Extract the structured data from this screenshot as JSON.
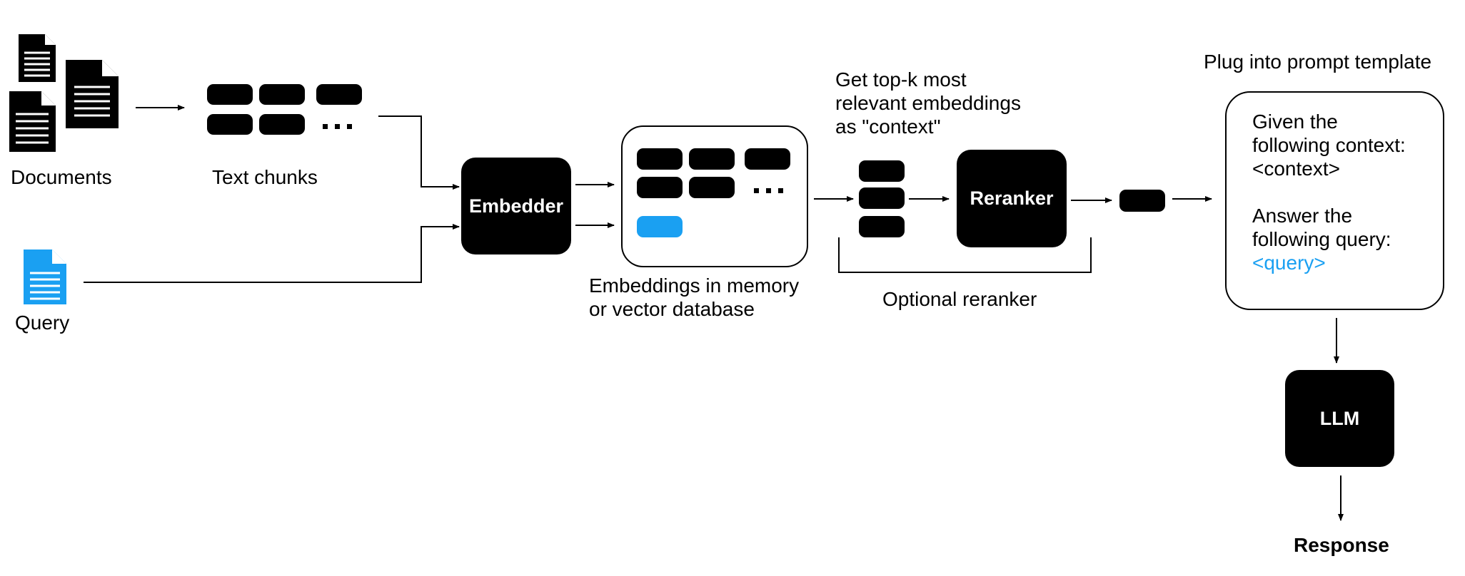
{
  "labels": {
    "documents": "Documents",
    "text_chunks": "Text chunks",
    "query": "Query",
    "embeddings_store_line1": "Embeddings in memory",
    "embeddings_store_line2": "or vector database",
    "topk_line1": "Get top-k most",
    "topk_line2": "relevant embeddings",
    "topk_line3": "as \"context\"",
    "optional_reranker": "Optional reranker",
    "prompt_template_title": "Plug into prompt template",
    "response": "Response"
  },
  "boxes": {
    "embedder": "Embedder",
    "reranker": "Reranker",
    "llm": "LLM"
  },
  "prompt": {
    "line1": "Given the",
    "line2": "following context:",
    "line3": "<context>",
    "line4": "Answer the",
    "line5": "following query:",
    "line6": "<query>"
  },
  "ellipsis": "...",
  "colors": {
    "foreground": "#000000",
    "query_accent": "#1aa0f2",
    "background": "#ffffff"
  },
  "icons": {
    "document": "document-icon",
    "query_document": "query-document-icon",
    "chunk": "chunk-block",
    "arrow": "arrow-icon"
  }
}
